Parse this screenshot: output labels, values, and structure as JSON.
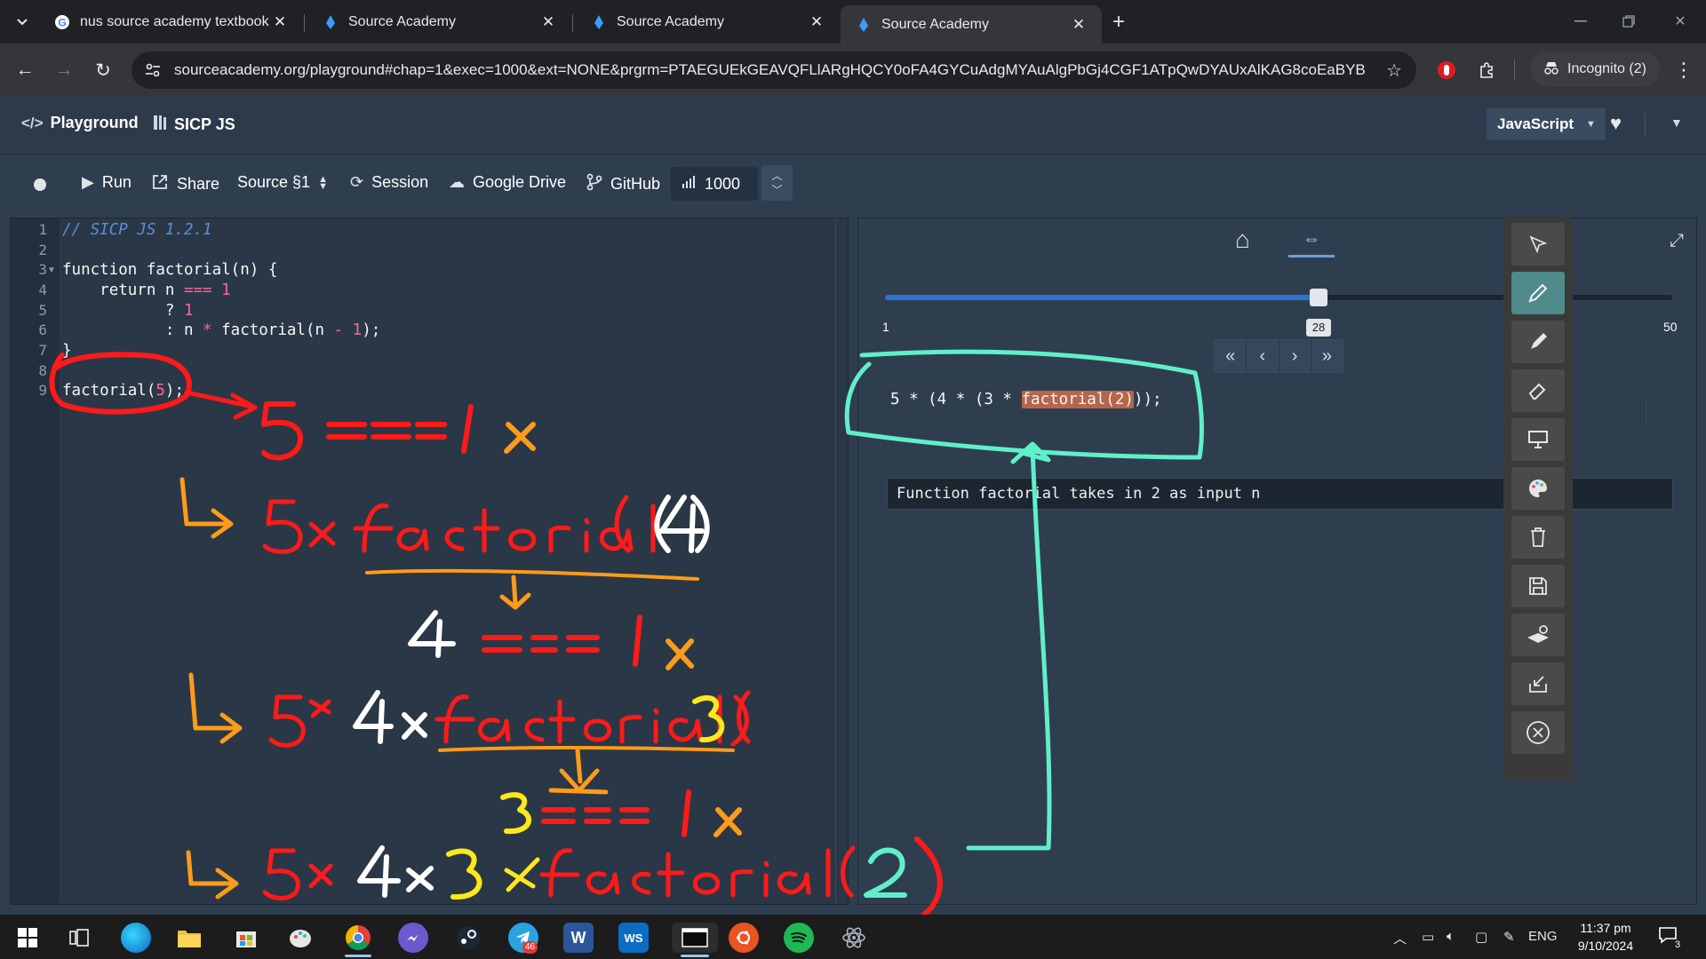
{
  "browser": {
    "tabs": [
      {
        "title": "nus source academy textbook -",
        "favicon": "google-icon"
      },
      {
        "title": "Source Academy",
        "favicon": "source-academy-icon"
      },
      {
        "title": "Source Academy",
        "favicon": "source-academy-icon"
      },
      {
        "title": "Source Academy",
        "favicon": "source-academy-icon",
        "active": true
      }
    ],
    "url": "sourceacademy.org/playground#chap=1&exec=1000&ext=NONE&prgrm=PTAEGUEkGEAVQFLlARgHQCY0oFA4GYCuAdgMYAuAlgPbGj4CGF1ATpQwDYAUxAlKAG8coEaBYB...",
    "profile_label": "Incognito (2)"
  },
  "app": {
    "nav": {
      "playground": "Playground",
      "sicp": "SICP JS",
      "language": "JavaScript"
    },
    "controls": {
      "run": "Run",
      "share": "Share",
      "chapter": "Source §1",
      "session": "Session",
      "google_drive": "Google Drive",
      "github": "GitHub",
      "exec_limit": "1000"
    },
    "editor": {
      "line_numbers": [
        "1",
        "2",
        "3",
        "4",
        "5",
        "6",
        "7",
        "8",
        "9"
      ]
    },
    "stepper": {
      "min": "1",
      "max": "50",
      "current": "28",
      "current_fraction": 0.551,
      "expr_pre": "5 * (4 * (3 * ",
      "expr_hl": "factorial(2)",
      "expr_post": "));",
      "explanation": "Function factorial takes in 2 as input n"
    },
    "palette_tools": [
      "cursor-icon",
      "pen-icon",
      "marker-icon",
      "eraser-icon",
      "whiteboard-icon",
      "palette-icon",
      "trash-icon",
      "save-icon",
      "settings-icon",
      "import-icon",
      "close-icon"
    ]
  },
  "taskbar": {
    "language": "ENG",
    "time": "11:37 pm",
    "date": "9/10/2024",
    "notifications": "3",
    "telegram_badge": "46"
  },
  "colors": {
    "app_bg": "#2f3e4f",
    "accent": "#2d72d2",
    "ink_red": "#ff1a1a",
    "ink_orange": "#ff9b1a",
    "ink_cyan": "#5ff0c8",
    "ink_yellow": "#ffe81a"
  }
}
